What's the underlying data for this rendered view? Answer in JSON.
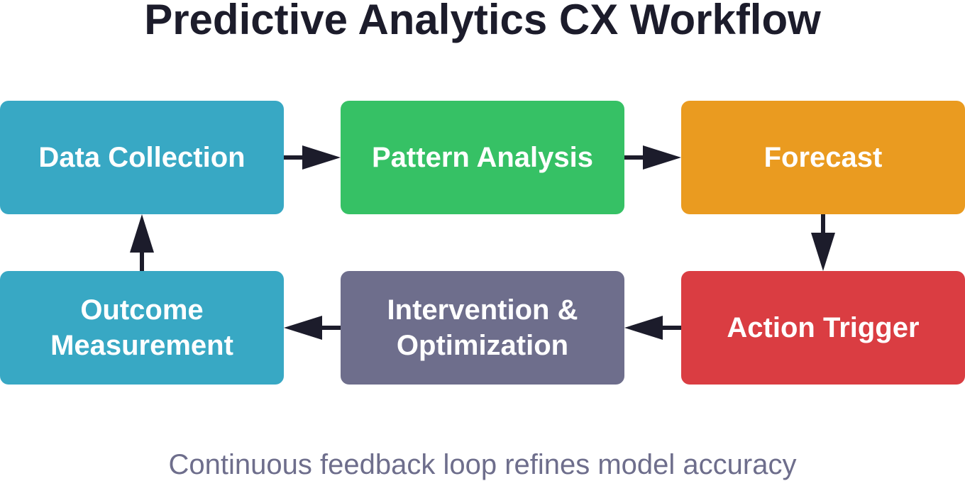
{
  "title": "Predictive Analytics CX Workflow",
  "nodes": {
    "data_collection": {
      "label": "Data Collection",
      "color": "#38a8c4"
    },
    "pattern_analysis": {
      "label": "Pattern Analysis",
      "color": "#36c165"
    },
    "forecast": {
      "label": "Forecast",
      "color": "#ea9b20"
    },
    "action_trigger": {
      "label": "Action Trigger",
      "color": "#da3d42"
    },
    "intervention": {
      "label": "Intervention &\nOptimization",
      "color": "#6e6e8c"
    },
    "outcome": {
      "label": "Outcome\nMeasurement",
      "color": "#38a8c4"
    }
  },
  "edges": [
    {
      "from": "data_collection",
      "to": "pattern_analysis"
    },
    {
      "from": "pattern_analysis",
      "to": "forecast"
    },
    {
      "from": "forecast",
      "to": "action_trigger"
    },
    {
      "from": "action_trigger",
      "to": "intervention"
    },
    {
      "from": "intervention",
      "to": "outcome"
    },
    {
      "from": "outcome",
      "to": "data_collection"
    }
  ],
  "arrow_color": "#1c1c2b",
  "footer": "Continuous feedback loop refines model accuracy"
}
